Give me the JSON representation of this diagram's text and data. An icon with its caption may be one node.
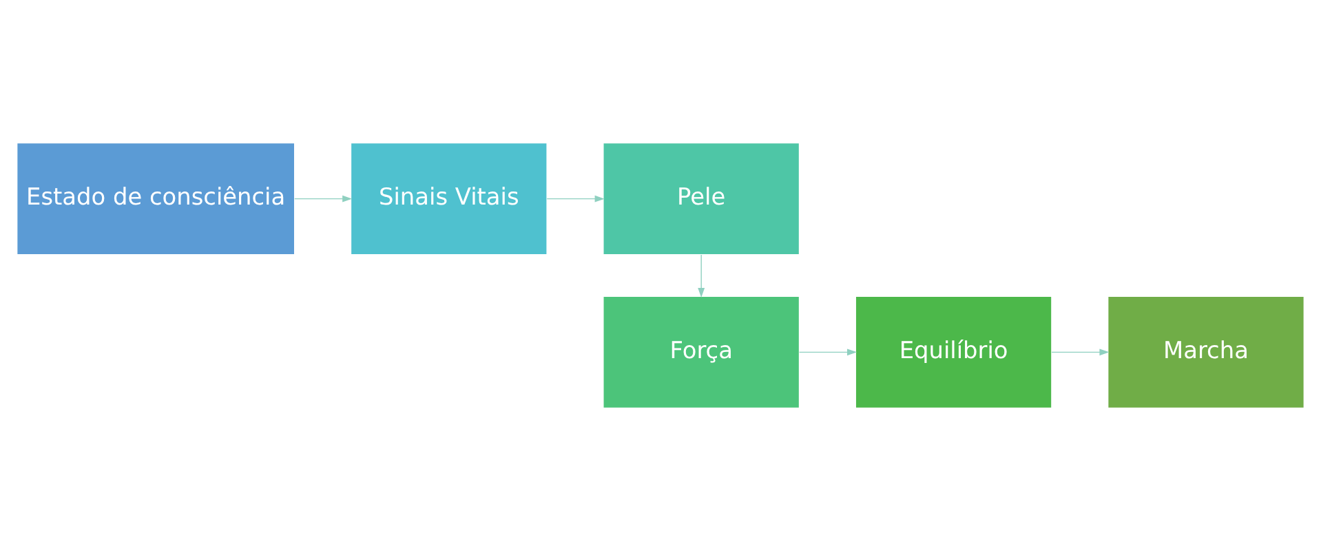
{
  "diagram": {
    "nodes": [
      {
        "text": [
          "Estado de consciência"
        ]
      },
      {
        "text": [
          "Sinais Vitais"
        ]
      },
      {
        "text": [
          "Pele"
        ]
      },
      {
        "text": [
          "Força"
        ]
      },
      {
        "text": [
          "Equilíbrio"
        ]
      },
      {
        "text": [
          "Marcha"
        ]
      }
    ],
    "edges": [
      {
        "from": 0,
        "to": 1,
        "arrow": "to"
      },
      {
        "from": 1,
        "to": 2,
        "arrow": "to"
      },
      {
        "from": 2,
        "to": 3,
        "arrow": "to"
      },
      {
        "from": 3,
        "to": 4,
        "arrow": "to"
      },
      {
        "from": 4,
        "to": 5,
        "arrow": "to"
      }
    ]
  }
}
